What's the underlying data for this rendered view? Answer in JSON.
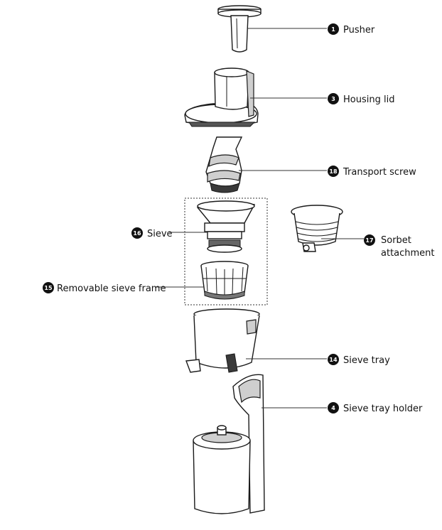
{
  "callouts": [
    {
      "id": "pusher",
      "number": "1",
      "label": "Pusher"
    },
    {
      "id": "housing-lid",
      "number": "3",
      "label": "Housing lid"
    },
    {
      "id": "transport-screw",
      "number": "18",
      "label": "Transport screw"
    },
    {
      "id": "sieve",
      "number": "16",
      "label": "Sieve"
    },
    {
      "id": "sorbet",
      "number": "17",
      "label": "Sorbet",
      "label2": "attachment"
    },
    {
      "id": "removable-sieve-frame",
      "number": "15",
      "label": "Removable sieve frame"
    },
    {
      "id": "sieve-tray",
      "number": "14",
      "label": "Sieve tray"
    },
    {
      "id": "sieve-tray-holder",
      "number": "4",
      "label": "Sieve tray holder"
    }
  ]
}
